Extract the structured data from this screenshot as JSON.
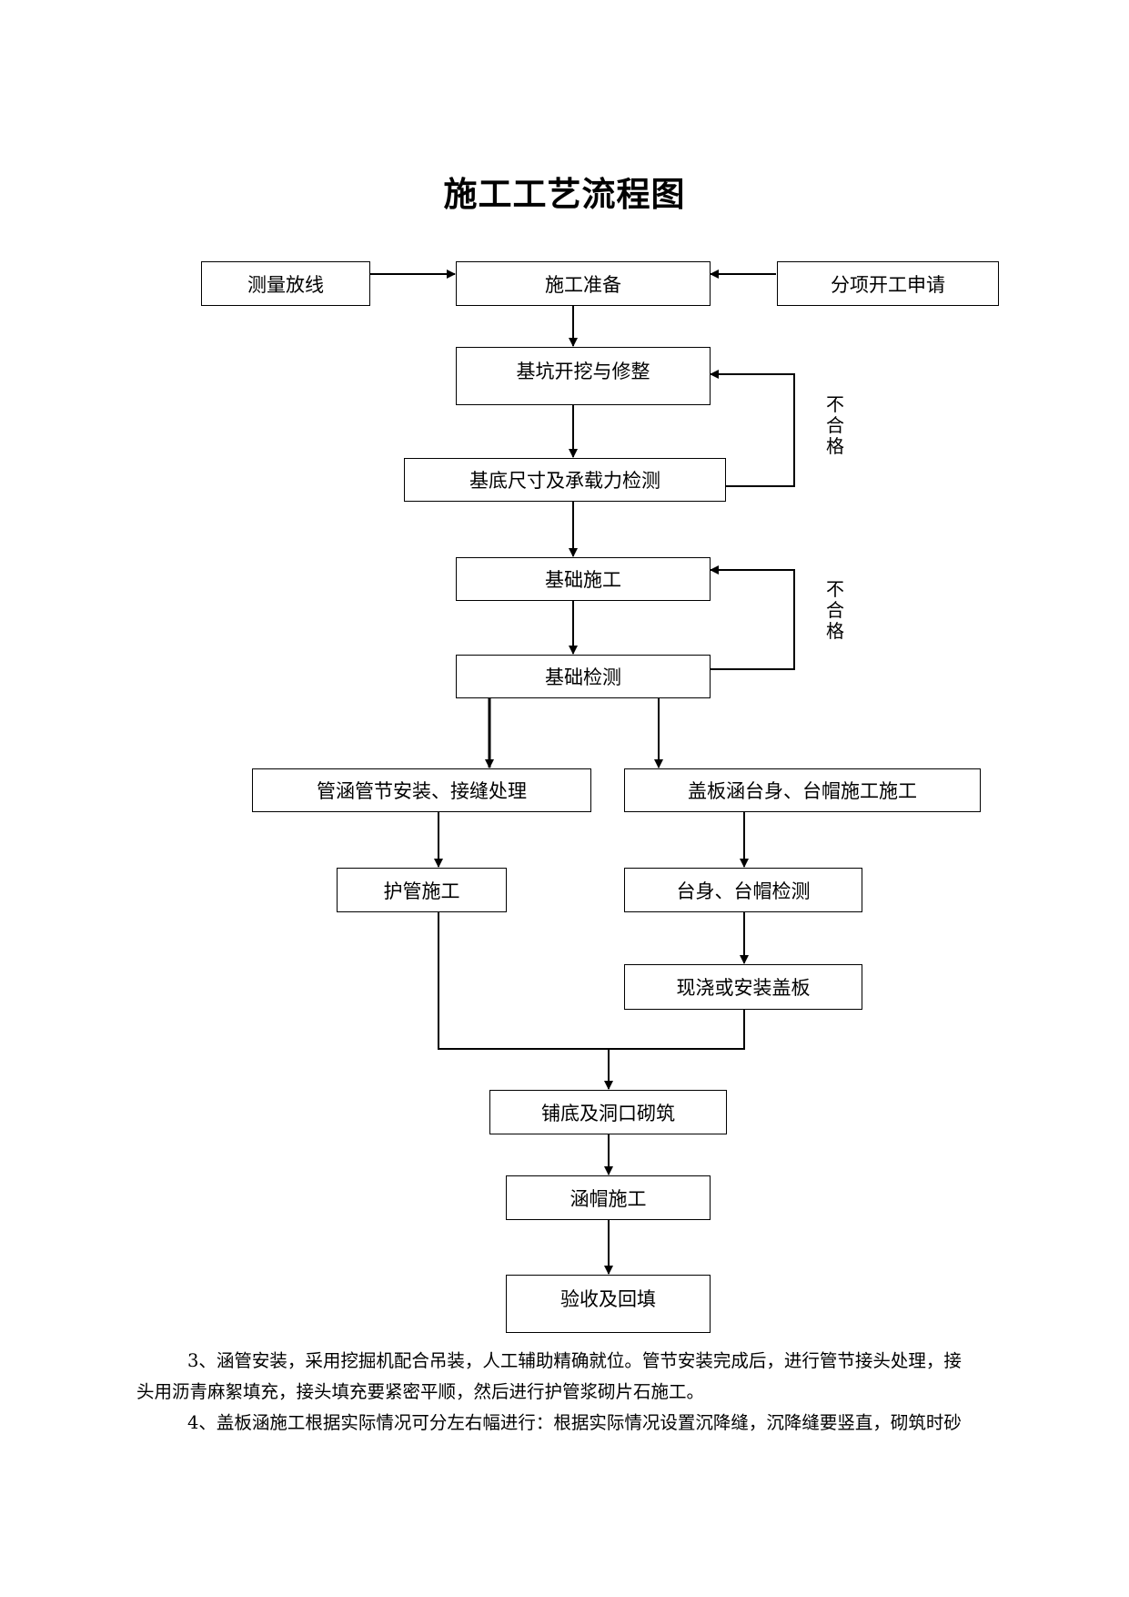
{
  "document": {
    "title": "施工工艺流程图"
  },
  "flowchart": {
    "boxes": {
      "survey": "测量放线",
      "prep": "施工准备",
      "apply": "分项开工申请",
      "excavate": "基坑开挖与修整",
      "inspect_base": "基底尺寸及承载力检测",
      "foundation": "基础施工",
      "foundation_check": "基础检测",
      "pipe_install": "管涵管节安装、接缝处理",
      "slab_abutment": "盖板涵台身、台帽施工施工",
      "pipe_protect": "护管施工",
      "abutment_check": "台身、台帽检测",
      "slab_cast": "现浇或安装盖板",
      "paving": "铺底及洞口砌筑",
      "culvert_cap": "涵帽施工",
      "acceptance": "验收及回填"
    },
    "loop_labels": {
      "fail_1": "不合格",
      "fail_2": "不合格"
    }
  },
  "text": {
    "para3_line1": "3、涵管安装，采用挖掘机配合吊装，人工辅助精确就位。管节安装完成后，进行管节接头处理，接",
    "para3_line2": "头用沥青麻絮填充，接头填充要紧密平顺，然后进行护管浆砌片石施工。",
    "para4_line1": "4、盖板涵施工根据实际情况可分左右幅进行：根据实际情况设置沉降缝，沉降缝要竖直，砌筑时砂"
  }
}
